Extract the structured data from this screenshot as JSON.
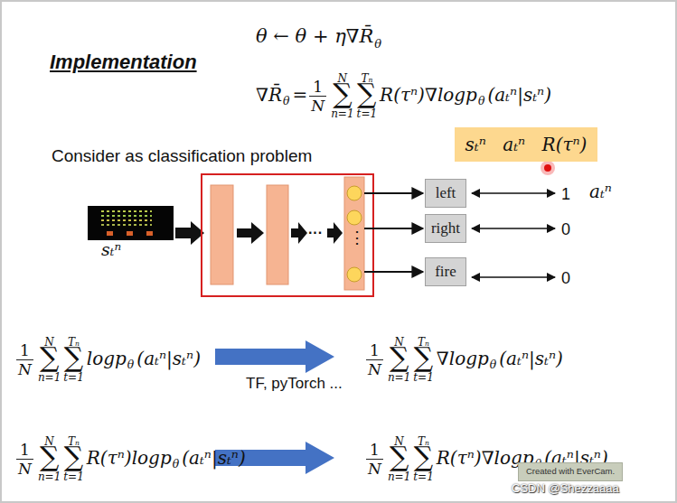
{
  "diagram": {
    "nodes": [
      {
        "text": [
          "sₜⁿ aₜⁿ R(τⁿ)"
        ]
      },
      {
        "text": [
          "left"
        ]
      },
      {
        "text": [
          "right"
        ]
      },
      {
        "text": [
          "fire"
        ]
      },
      {
        "text": [
          "Created with EverCam."
        ]
      }
    ],
    "labels": [
      "θ ← θ + η∇R̄",
      "θ",
      "Implementation",
      "∇R̄",
      "θ",
      "=",
      "1",
      "N",
      "N",
      "∑",
      "n=1",
      "Tₙ",
      "∑",
      "t=1",
      "R(τⁿ)∇logp",
      "θ",
      "(aₜⁿ|sₜⁿ)",
      "Consider as classification problem",
      "sₜⁿ",
      "···",
      "⋮",
      "1",
      "aₜⁿ",
      "0",
      "0",
      "1",
      "N",
      "N",
      "∑",
      "n=1",
      "Tₙ",
      "∑",
      "t=1",
      "logp",
      "θ",
      "(aₜⁿ|sₜⁿ)",
      "1",
      "N",
      "N",
      "∑",
      "n=1",
      "Tₙ",
      "∑",
      "t=1",
      "∇logp",
      "θ",
      "(aₜⁿ|sₜⁿ)",
      "TF, pyTorch ...",
      "1",
      "N",
      "N",
      "∑",
      "n=1",
      "Tₙ",
      "∑",
      "t=1",
      "R(τⁿ)logp",
      "θ",
      "(aₜⁿ|sₜⁿ)",
      "1",
      "N",
      "N",
      "∑",
      "n=1",
      "Tₙ",
      "∑",
      "t=1",
      "R(τⁿ)∇logp",
      "θ",
      "(aₜⁿ|sₜⁿ)",
      "CSDN @Shezzaaaa"
    ]
  }
}
